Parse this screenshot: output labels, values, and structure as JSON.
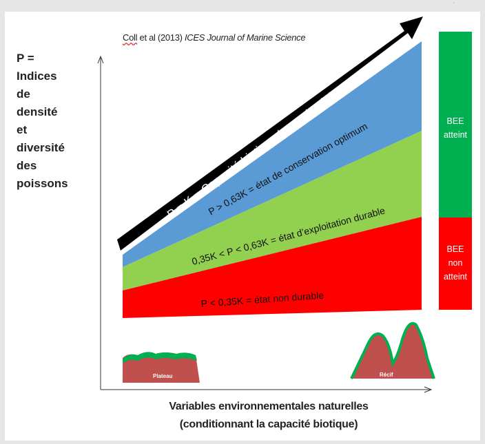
{
  "citation": {
    "author": "Coll",
    "rest": " et al (2013) ",
    "journal": "ICES Journal of Marine Science"
  },
  "y_axis_label": "P =\nIndices\nde\ndensité\net\ndiversité\ndes\npoissons",
  "x_axis_label": "Variables environnementales naturelles\n(conditionnant la capacité biotique)",
  "arrow_label": "P = K = Capacité biotique (zone de référence)",
  "bands": {
    "optimum": "P > 0,63K = état de conservation optimum",
    "durable": "0,35K < P < 0,63K = état d’exploitation durable",
    "non_durable": "P < 0,35K = état non durable"
  },
  "bee": {
    "reached": "BEE\natteint",
    "not_reached": "BEE\nnon\natteint"
  },
  "habitats": {
    "plateau": "Plateau",
    "recif": "Récif"
  },
  "colors": {
    "blue": "#5b9bd5",
    "green": "#92d050",
    "red": "#ff0000",
    "bee_green": "#00b050",
    "habitat_fill": "#c0504d",
    "habitat_top": "#00b050"
  }
}
